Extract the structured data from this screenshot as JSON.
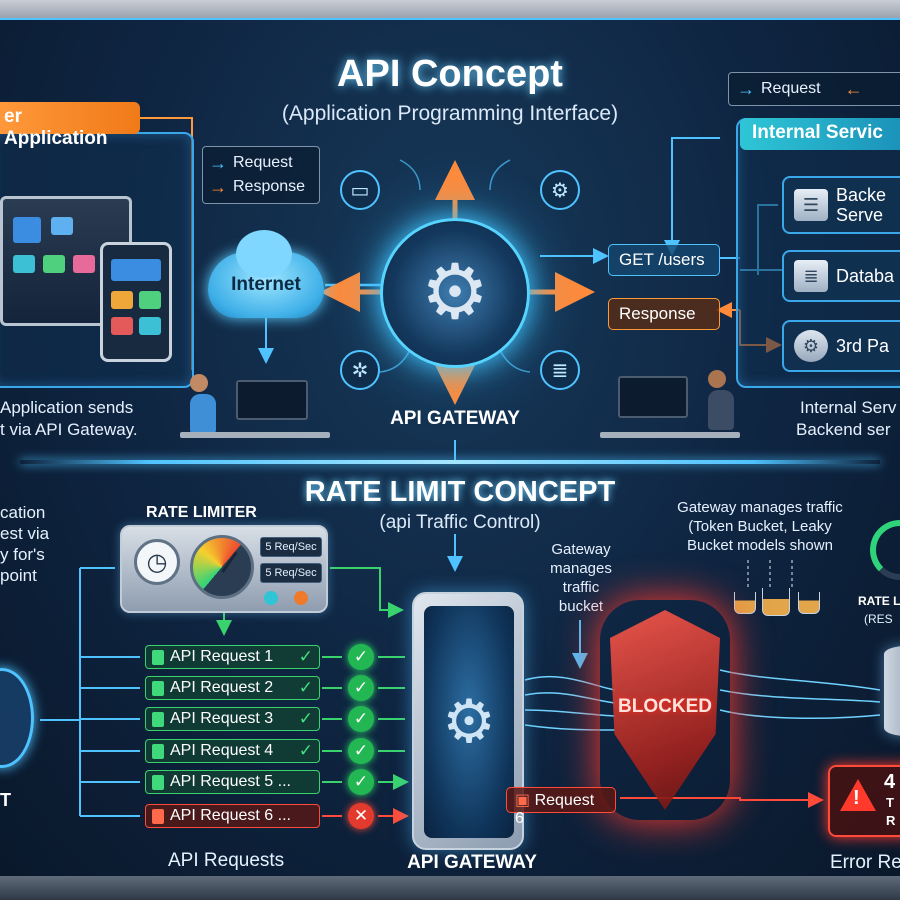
{
  "header": {
    "title": "API Concept",
    "subtitle": "(Application Programming Interface)"
  },
  "legend_top_right": {
    "request": "Request"
  },
  "legend_center": {
    "request": "Request",
    "response": "Response"
  },
  "left_panel": {
    "tag": "er Application",
    "caption_line1": "Application sends",
    "caption_line2": "t via API Gateway."
  },
  "internet": {
    "label": "Internet"
  },
  "gateway_top": {
    "label": "API GATEWAY"
  },
  "flow_tags": {
    "get": "GET /users",
    "response": "Response"
  },
  "right_panel": {
    "tag": "Internal Servic",
    "rows": [
      "Backe Serve",
      "Databa",
      "3rd Pa"
    ],
    "caption_line1": "Internal Serv",
    "caption_line2": "Backend ser"
  },
  "rate_section": {
    "title": "RATE LIMIT CONCEPT",
    "subtitle": "(api Traffic Control)",
    "left_caption": [
      "cation",
      "est via",
      "y for's",
      "point"
    ],
    "person_label": "T",
    "limiter_label": "RATE LIMITER",
    "rate_chips": [
      "5 Req/Sec",
      "5 Req/Sec"
    ],
    "requests": [
      {
        "label": "API Request 1",
        "status": "ok"
      },
      {
        "label": "API Request 2",
        "status": "ok"
      },
      {
        "label": "API Request 3",
        "status": "ok"
      },
      {
        "label": "API Request 4",
        "status": "ok"
      },
      {
        "label": "API Request 5 ...",
        "status": "ok"
      },
      {
        "label": "API Request 6 ...",
        "status": "blocked"
      }
    ],
    "requests_caption": "API Requests",
    "gateway_caption": "API GATEWAY",
    "bucket_note": [
      "Gateway",
      "manages",
      "traffic",
      "bucket"
    ],
    "models_note": [
      "Gateway manages traffic",
      "(Token Bucket, Leaky",
      "Bucket models shown"
    ],
    "request6_tag": "Request 6",
    "blocked_label": "BLOCKED",
    "rate_right_label": [
      "RATE L",
      "(RES"
    ],
    "error_box": [
      "4",
      "T",
      "R"
    ],
    "error_caption": "Error Re"
  },
  "colors": {
    "accent_blue": "#4fc3ff",
    "accent_orange": "#ff8a3a",
    "ok_green": "#39d36e",
    "error_red": "#ff4b3a"
  }
}
